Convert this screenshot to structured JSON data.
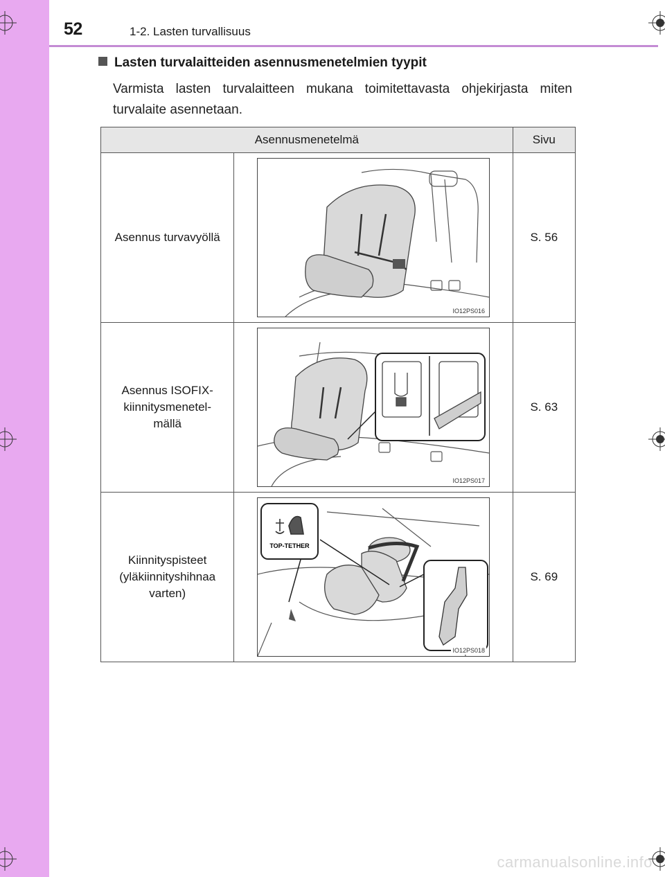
{
  "header": {
    "page_number": "52",
    "section": "1-2. Lasten turvallisuus"
  },
  "heading": "Lasten turvalaitteiden asennusmenetelmien tyypit",
  "intro": "Varmista lasten turvalaitteen mukana toimitettavasta ohjekirjasta miten turvalaite asennetaan.",
  "table": {
    "headers": {
      "method": "Asennusmenetelmä",
      "page": "Sivu"
    },
    "rows": [
      {
        "method_lines": [
          "Asennus turvavyöllä"
        ],
        "page": "S. 56",
        "figure_id": "IO12PS016",
        "figure": "child-seat-with-seatbelt"
      },
      {
        "method_lines": [
          "Asennus ISOFIX-",
          "kiinnitysmenetel-",
          "mällä"
        ],
        "page": "S. 63",
        "figure_id": "IO12PS017",
        "figure": "child-seat-isofix-anchors"
      },
      {
        "method_lines": [
          "Kiinnityspisteet",
          "(yläkiinnityshihnaa",
          "varten)"
        ],
        "page": "S. 69",
        "figure_id": "IO12PS018",
        "figure": "top-tether-anchor-points",
        "callout_label": "TOP-TETHER"
      }
    ]
  },
  "watermark": "carmanualsonline.info",
  "colors": {
    "side_strip": "#e8a9f0",
    "header_rule": "#c48bd4",
    "table_header_bg": "#e6e6e6"
  }
}
